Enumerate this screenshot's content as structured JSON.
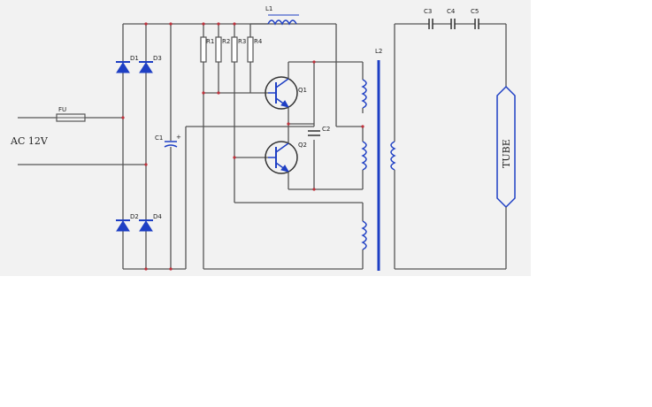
{
  "colors": {
    "background": "#ffffff",
    "panel": "#f2f2f2",
    "wire": "#555555",
    "component": "#1e3fc4",
    "node": "#c0303a"
  },
  "diagram": {
    "input_label": "AC 12V",
    "fuse": "FU",
    "diodes": [
      "D1",
      "D3",
      "D2",
      "D4"
    ],
    "capacitors": [
      "C1",
      "C2",
      "C3",
      "C4",
      "C5"
    ],
    "resistors": [
      "R1",
      "R2",
      "R3",
      "R4"
    ],
    "transistors": [
      "Q1",
      "Q2"
    ],
    "inductors": [
      "L1",
      "L2"
    ],
    "c1_polarity": "+",
    "tube_label": "TUBE"
  }
}
